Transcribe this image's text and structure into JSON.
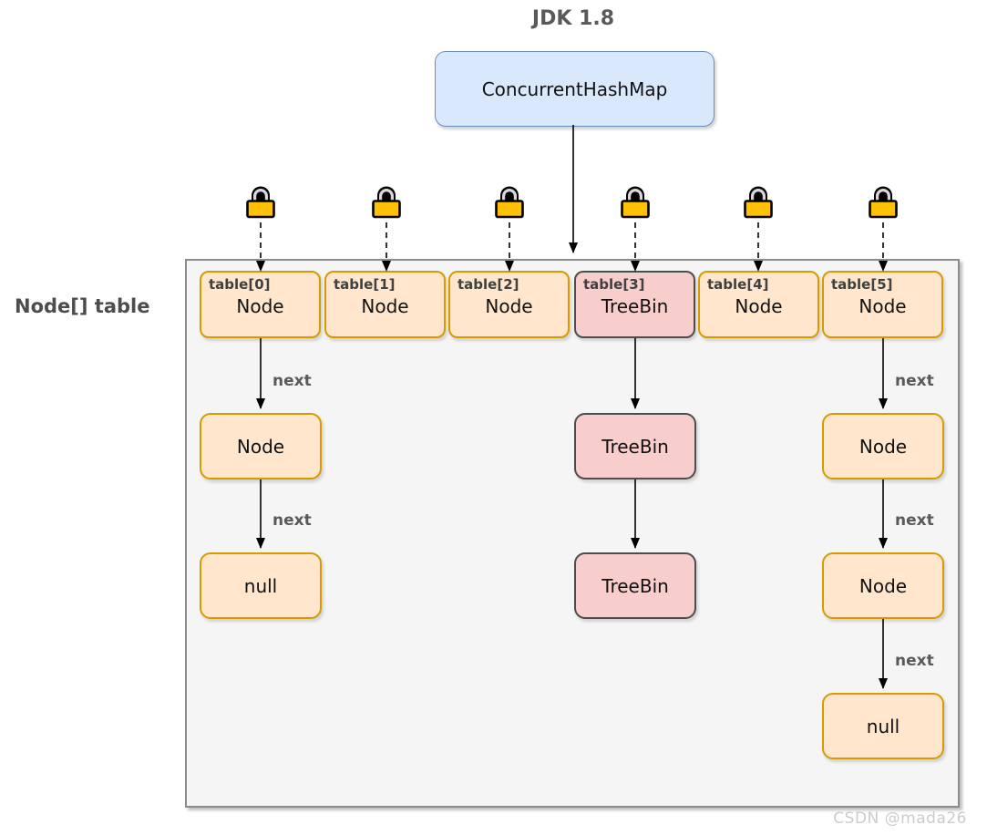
{
  "title": "JDK 1.8",
  "root": {
    "label": "ConcurrentHashMap"
  },
  "array_label": "Node[] table",
  "next_label": "next",
  "buckets": [
    {
      "index": "table[0]",
      "value": "Node",
      "kind": "node"
    },
    {
      "index": "table[1]",
      "value": "Node",
      "kind": "node"
    },
    {
      "index": "table[2]",
      "value": "Node",
      "kind": "node"
    },
    {
      "index": "table[3]",
      "value": "TreeBin",
      "kind": "treebin"
    },
    {
      "index": "table[4]",
      "value": "Node",
      "kind": "node"
    },
    {
      "index": "table[5]",
      "value": "Node",
      "kind": "node"
    }
  ],
  "chains": {
    "bucket0": [
      "Node",
      "null"
    ],
    "bucket3": [
      "TreeBin",
      "TreeBin"
    ],
    "bucket5": [
      "Node",
      "Node",
      "null"
    ]
  },
  "icons": {
    "lock": "lock-icon",
    "lock_count": 6
  },
  "watermark": "CSDN @mada26",
  "colors": {
    "root_fill": "#dae8fc",
    "root_border": "#6c8ebf",
    "node_fill": "#ffe6cc",
    "node_border": "#d79b00",
    "treebin_fill": "#f8cecc",
    "treebin_border": "#4d4d4d",
    "container_fill": "#f5f5f5",
    "container_border": "#8c8c8c",
    "lock_body": "#ffc107",
    "text_dark": "#4d4d4d",
    "arrow": "#000000"
  }
}
